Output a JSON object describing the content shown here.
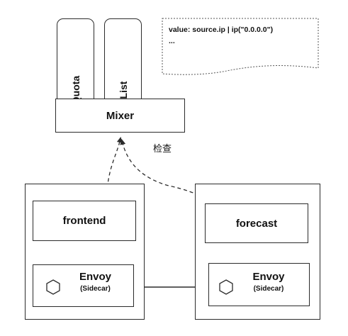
{
  "mixer": {
    "label": "Mixer",
    "adapters": [
      {
        "label": "Quota"
      },
      {
        "label": "List"
      }
    ]
  },
  "config_note": {
    "line1": "value: source.ip | ip(\"0.0.0.0\")",
    "line2": "..."
  },
  "check_label": "检查",
  "services": [
    {
      "name": "frontend",
      "proxy": "Envoy",
      "proxy_sub": "(Sidecar)"
    },
    {
      "name": "forecast",
      "proxy": "Envoy",
      "proxy_sub": "(Sidecar)"
    }
  ]
}
